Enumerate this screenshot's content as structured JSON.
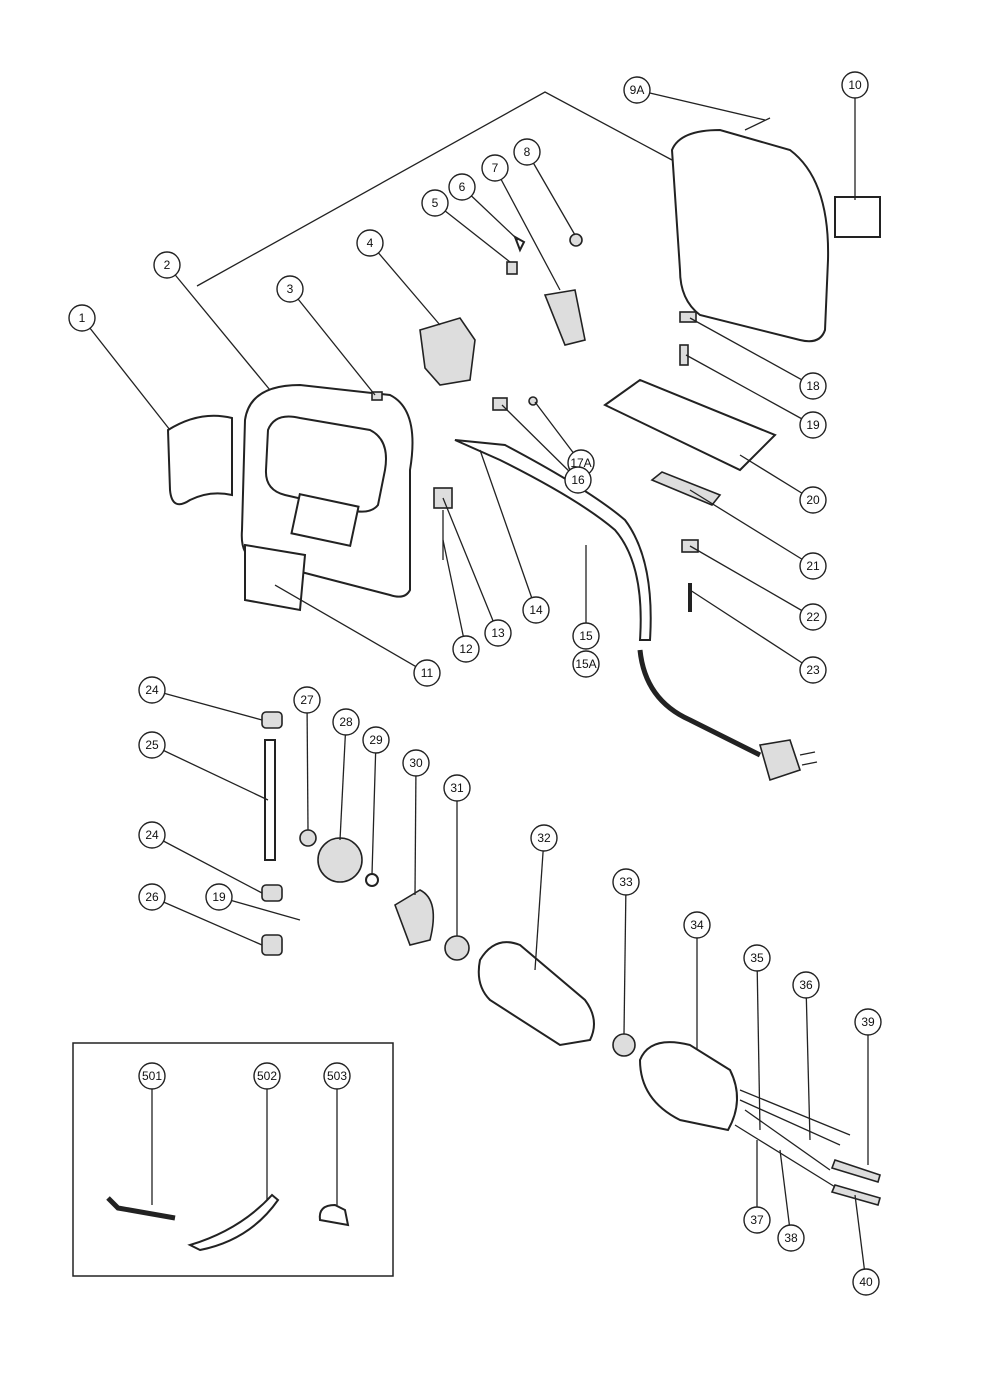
{
  "diagram": {
    "type": "exploded-parts-diagram",
    "callouts": [
      "9A",
      "10",
      "8",
      "7",
      "6",
      "5",
      "4",
      "3",
      "2",
      "1",
      "17A",
      "16",
      "18",
      "19",
      "20",
      "21",
      "22",
      "23",
      "11",
      "12",
      "13",
      "14",
      "15",
      "15A",
      "24",
      "25",
      "27",
      "28",
      "29",
      "30",
      "31",
      "24",
      "19",
      "26",
      "32",
      "33",
      "34",
      "35",
      "36",
      "39",
      "37",
      "38",
      "40",
      "501",
      "502",
      "503"
    ],
    "accessory_box_callouts": [
      "501",
      "502",
      "503"
    ]
  }
}
